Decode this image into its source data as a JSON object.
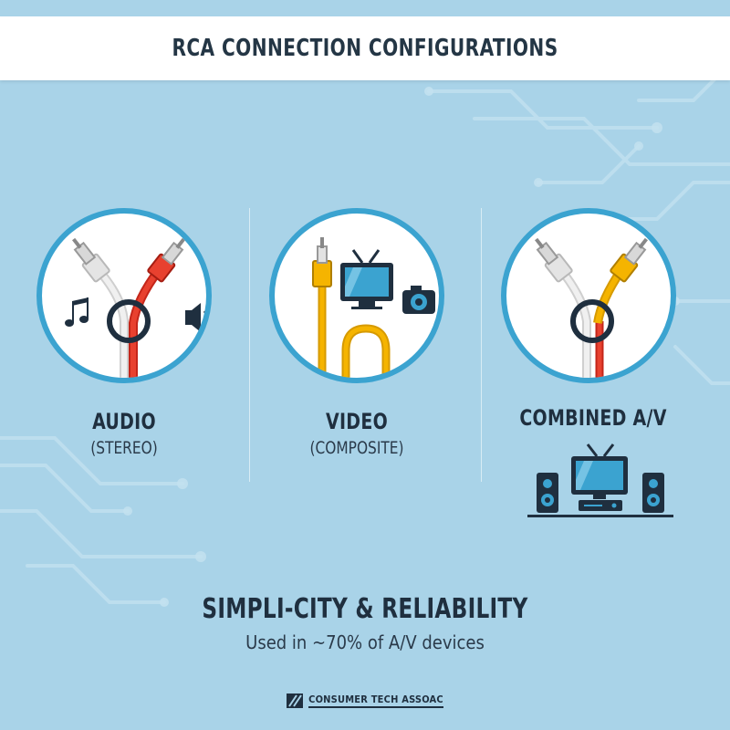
{
  "header": {
    "title": "RCA CONNECTION CONFIGURATIONS"
  },
  "sections": [
    {
      "title": "AUDIO",
      "subtitle": "(STEREO)"
    },
    {
      "title": "VIDEO",
      "subtitle": "(COMPOSITE)"
    },
    {
      "title": "COMBINED A/V",
      "subtitle": ""
    }
  ],
  "tagline": "SIMPLI-CITY & RELIABILITY",
  "stat": "Used in ~70% of A/V devices",
  "footer": {
    "logo_text": "CONSUMER TECH ASSOAC"
  },
  "colors": {
    "background": "#a9d3e8",
    "accent_ring": "#3ba3d0",
    "rca_red": "#e8412f",
    "rca_white": "#e9e9e9",
    "rca_yellow": "#f5b400",
    "dark": "#1f2f3f"
  },
  "icons": [
    "music-note-icon",
    "speaker-icon",
    "tv-icon",
    "camera-icon",
    "home-theater-icon",
    "logo-icon"
  ]
}
